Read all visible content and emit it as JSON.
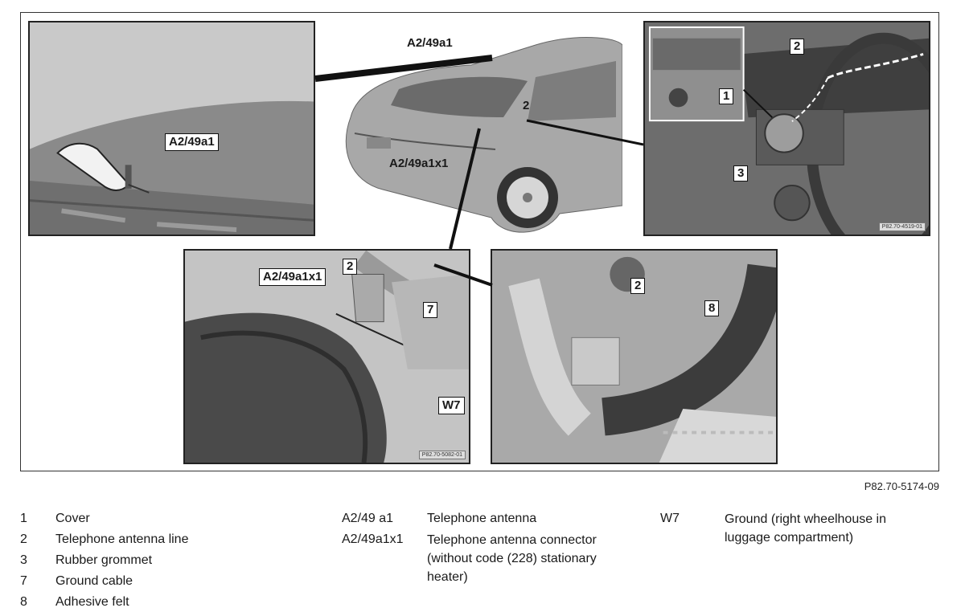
{
  "diagram": {
    "panel_callouts": {
      "roof": "A2/49a1",
      "car_top": "A2/49a1",
      "car_line": "2",
      "car_connector": "A2/49a1x1",
      "cover_1": "1",
      "cover_2": "2",
      "cover_3": "3",
      "wheel_connector": "A2/49a1x1",
      "wheel_2": "2",
      "wheel_7": "7",
      "wheel_w7": "W7",
      "pipe_2": "2",
      "pipe_8": "8"
    },
    "photo_codes": {
      "cover": "P82.70-4519-01",
      "wheelhouse": "P82.70-5082-01"
    },
    "figure_reference": "P82.70-5174-09"
  },
  "legend": {
    "col1": [
      {
        "key": "1",
        "value": "Cover"
      },
      {
        "key": "2",
        "value": "Telephone antenna line"
      },
      {
        "key": "3",
        "value": "Rubber grommet"
      },
      {
        "key": "7",
        "value": "Ground cable"
      },
      {
        "key": "8",
        "value": "Adhesive felt"
      }
    ],
    "col2": [
      {
        "key": "A2/49 a1",
        "value": "Telephone antenna"
      },
      {
        "key": "A2/49a1x1",
        "value": "Telephone antenna connector (without code (228) stationary heater)"
      }
    ],
    "col3": [
      {
        "key": "W7",
        "value": "Ground (right wheelhouse in luggage compartment)"
      }
    ]
  }
}
